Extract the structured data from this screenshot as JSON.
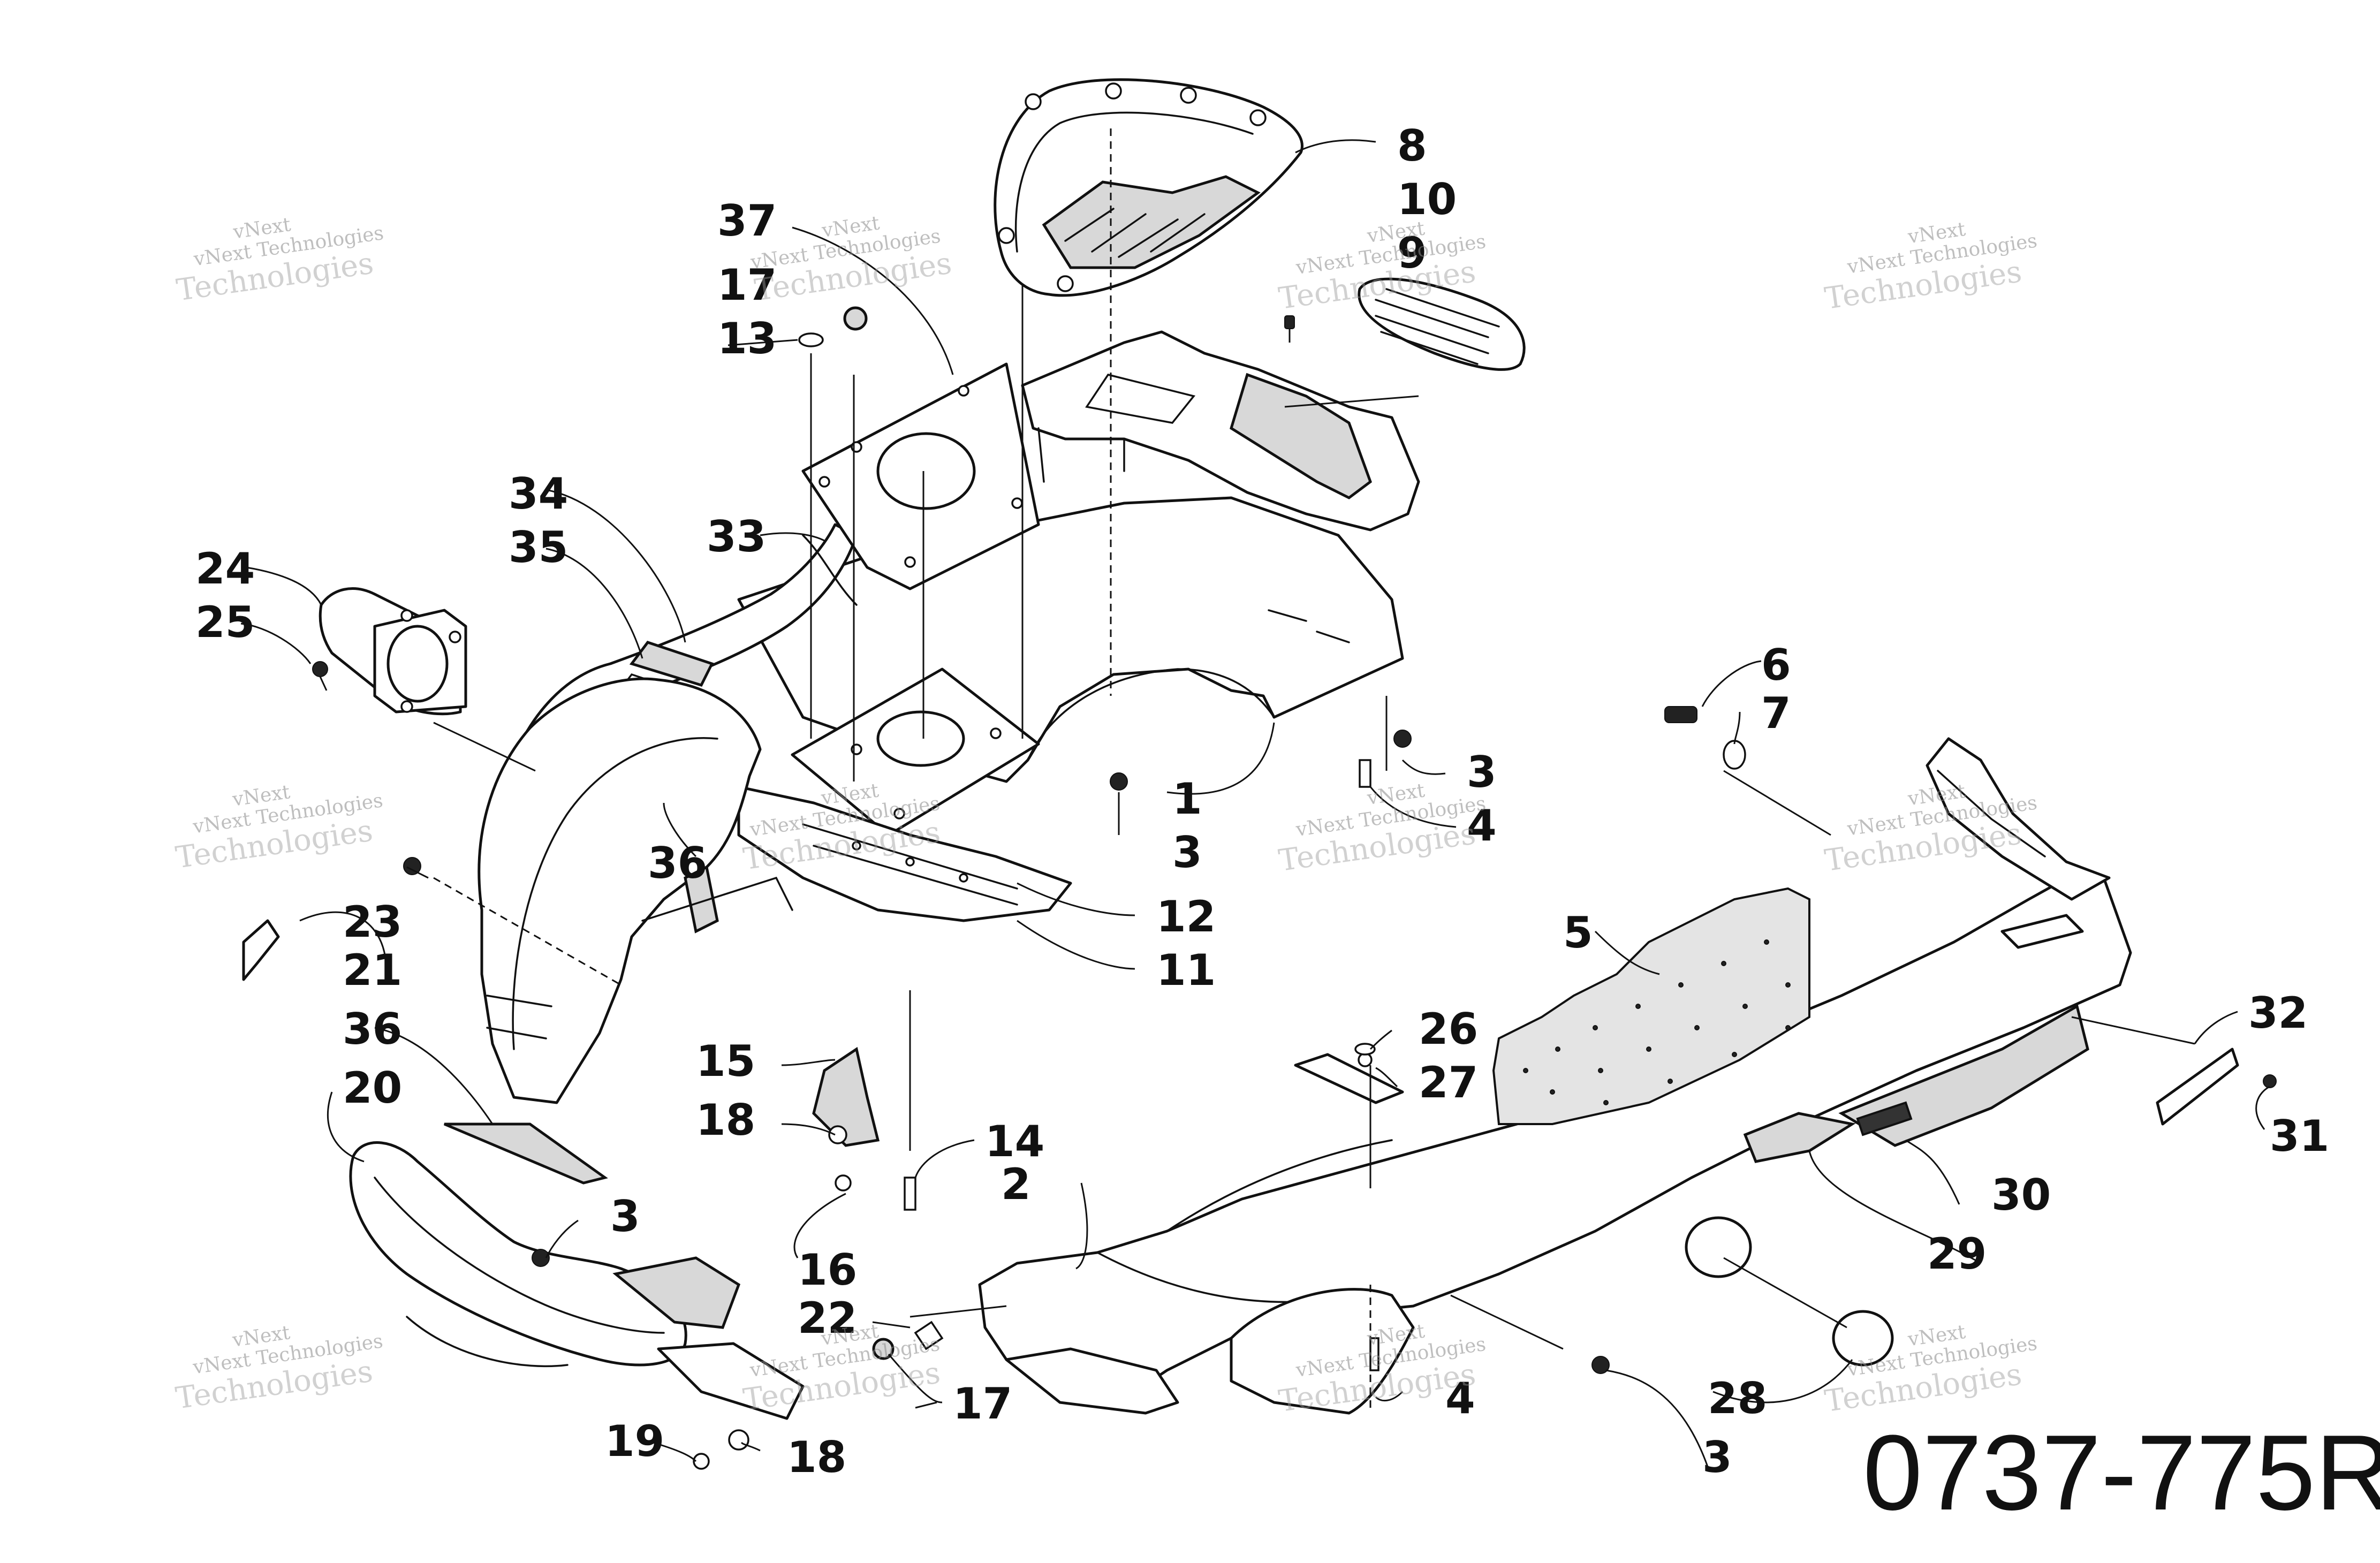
{
  "diagram": {
    "reference_number": "0737-775R",
    "watermark": {
      "line1": "vNext",
      "line2": "vNext Technologies",
      "line3": "Technologies"
    },
    "callouts": {
      "c1": "1",
      "c2": "2",
      "c3a": "3",
      "c3b": "3",
      "c3c": "3",
      "c3d": "3",
      "c4a": "4",
      "c4b": "4",
      "c5": "5",
      "c6": "6",
      "c7": "7",
      "c8": "8",
      "c9": "9",
      "c10": "10",
      "c11": "11",
      "c12": "12",
      "c13": "13",
      "c14": "14",
      "c15": "15",
      "c16": "16",
      "c17a": "17",
      "c17b": "17",
      "c18a": "18",
      "c18b": "18",
      "c19": "19",
      "c20": "20",
      "c21": "21",
      "c22": "22",
      "c23": "23",
      "c24": "24",
      "c25": "25",
      "c26": "26",
      "c27": "27",
      "c28": "28",
      "c29": "29",
      "c30": "30",
      "c31": "31",
      "c32": "32",
      "c33": "33",
      "c34": "34",
      "c35": "35",
      "c36a": "36",
      "c36b": "36",
      "c37": "37"
    }
  }
}
